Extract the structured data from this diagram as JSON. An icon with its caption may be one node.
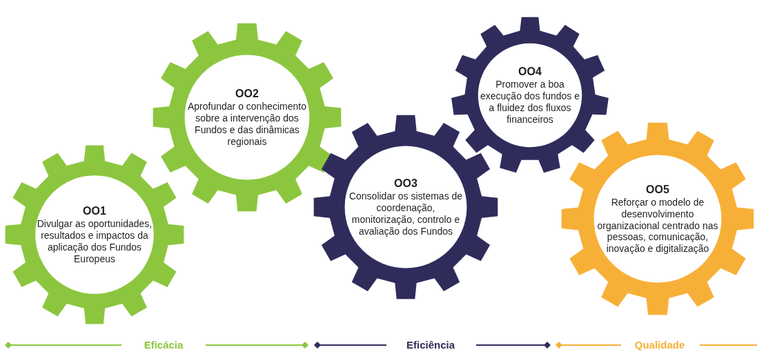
{
  "diagram": {
    "nodes": [
      {
        "text": [
          "OO1",
          "Divulgar as oportunidades, resultados e impactos da aplicação dos Fundos Europeus"
        ]
      },
      {
        "text": [
          "OO2",
          "Aprofundar o conhecimento sobre a intervenção dos Fundos e das dinâmicas regionais"
        ]
      },
      {
        "text": [
          "OO3",
          "Consolidar os sistemas de coordenação, monitorização, controlo e avaliação dos Fundos"
        ]
      },
      {
        "text": [
          "OO4",
          "Promover a boa execução dos fundos e a fluidez dos fluxos financeiros"
        ]
      },
      {
        "text": [
          "OO5",
          "Reforçar o modelo de desenvolvimento organizacional centrado nas pessoas, comunicação, inovação e digitalização"
        ]
      }
    ],
    "labels": [
      "Eficácia",
      "Eficiência",
      "Qualidade"
    ]
  }
}
